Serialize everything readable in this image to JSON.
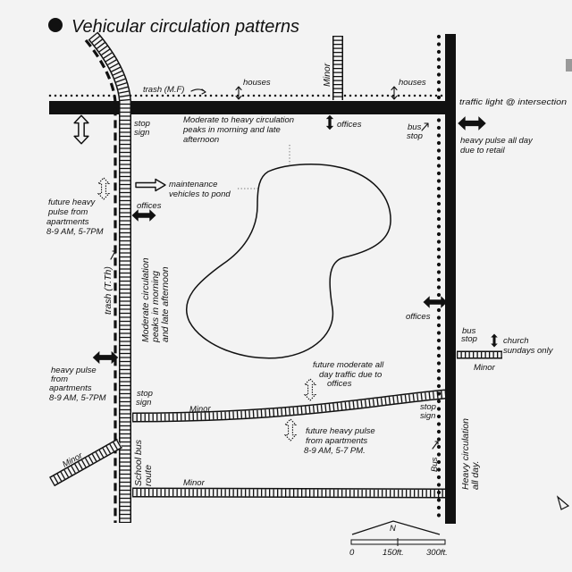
{
  "title": "Vehicular circulation patterns",
  "colors": {
    "ink": "#111111",
    "paper": "#f3f3f3"
  },
  "labels": {
    "trash_mf": "trash (M.F)",
    "houses_left": "houses",
    "minor_top": "Minor",
    "houses_right": "houses",
    "traffic_light": "traffic light @ intersection",
    "moderate_heavy_top": [
      "Moderate to heavy circulation",
      "peaks in morning and late",
      "afternoon"
    ],
    "offices_top": "offices",
    "bus_stop_top": [
      "bus",
      "stop"
    ],
    "stop_sign_top_left": [
      "stop",
      "sign"
    ],
    "heavy_pulse_retail": [
      "heavy pulse all day",
      "due to retail"
    ],
    "maintenance": [
      "maintenance",
      "vehicles to pond"
    ],
    "future_heavy_apartments_left": [
      "future heavy",
      "pulse from",
      "apartments",
      "8-9 AM, 5-7PM"
    ],
    "offices_left": "offices",
    "trash_tth": "trash (T.Th)",
    "moderate_left_vertical": [
      "Moderate circulation",
      "peaks in morning",
      "and late afternoon"
    ],
    "offices_right": "offices",
    "bus_stop_right": [
      "bus",
      "stop"
    ],
    "church": [
      "church",
      "sundays only"
    ],
    "minor_right": "Minor",
    "heavy_pulse_apartments_left": [
      "heavy pulse",
      "from",
      "apartments",
      "8-9 AM, 5-7PM"
    ],
    "stop_sign_left_lower": [
      "stop",
      "sign"
    ],
    "future_moderate_offices": [
      "future moderate all",
      "day traffic due to",
      "offices"
    ],
    "minor_curved_road": "Minor",
    "stop_sign_right_lower": [
      "stop",
      "sign"
    ],
    "future_heavy_apartments_center": [
      "future heavy pulse",
      "from apartments",
      "8-9 AM, 5-7 PM."
    ],
    "school_bus_route": [
      "School bus",
      "route"
    ],
    "minor_diagonal": "Minor",
    "bus_vertical": "Bus",
    "heavy_circulation_right": [
      "Heavy circulation",
      "all day."
    ],
    "minor_bottom": "Minor"
  },
  "north_arrow": {
    "label": "N"
  },
  "scale_bar": {
    "labels": [
      "0",
      "150ft.",
      "300ft."
    ]
  }
}
